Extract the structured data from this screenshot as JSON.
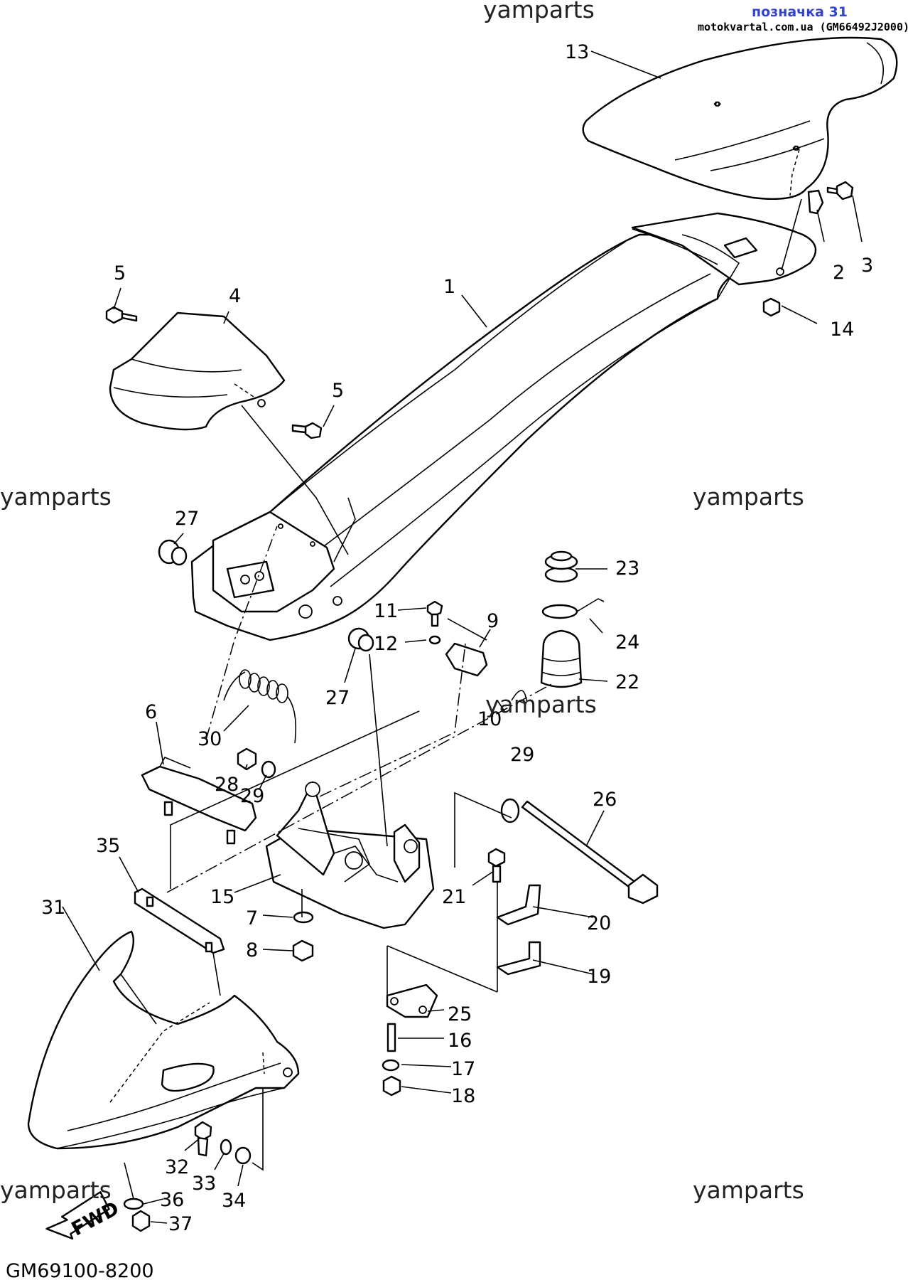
{
  "header": {
    "watermark_top": "yamparts",
    "link_text": "позначка 31",
    "link_color": "#3344cc",
    "source_text": "motokvartal.com.ua (GM66492J2000)"
  },
  "watermarks": [
    "yamparts",
    "yamparts",
    "yamparts",
    "yamparts",
    "yamparts",
    "yamparts"
  ],
  "callouts": [
    "13",
    "2",
    "3",
    "1",
    "14",
    "4",
    "5",
    "5",
    "27",
    "23",
    "11",
    "9",
    "24",
    "12",
    "22",
    "27",
    "10",
    "6",
    "30",
    "29",
    "28",
    "29",
    "26",
    "35",
    "15",
    "21",
    "20",
    "7",
    "31",
    "8",
    "19",
    "25",
    "16",
    "17",
    "18",
    "32",
    "33",
    "34",
    "36",
    "37"
  ],
  "fwd_label": "FWD",
  "diagram_code": "GM69100-8200"
}
